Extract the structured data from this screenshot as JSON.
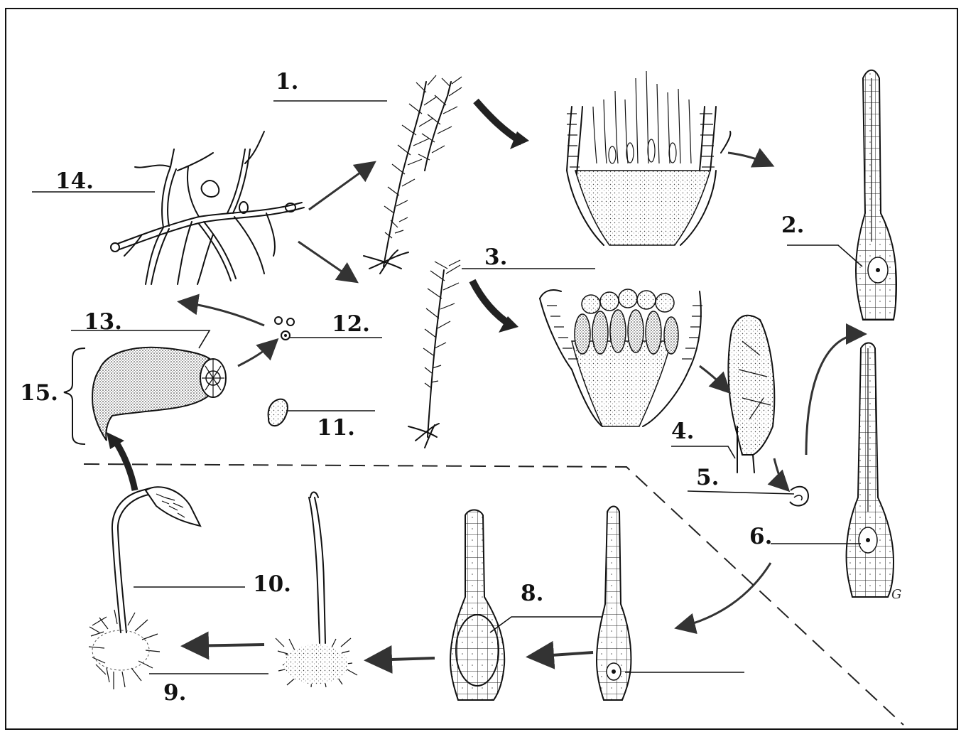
{
  "labels": {
    "l1": "1.",
    "l2": "2.",
    "l3": "3.",
    "l4": "4.",
    "l5": "5.",
    "l6": "6.",
    "l8": "8.",
    "l9": "9.",
    "l10": "10.",
    "l11": "11.",
    "l12": "12.",
    "l13": "13.",
    "l14": "14.",
    "l15": "15."
  },
  "signature": "G",
  "colors": {
    "ink": "#111111",
    "arrow": "#333333",
    "background": "#ffffff"
  }
}
